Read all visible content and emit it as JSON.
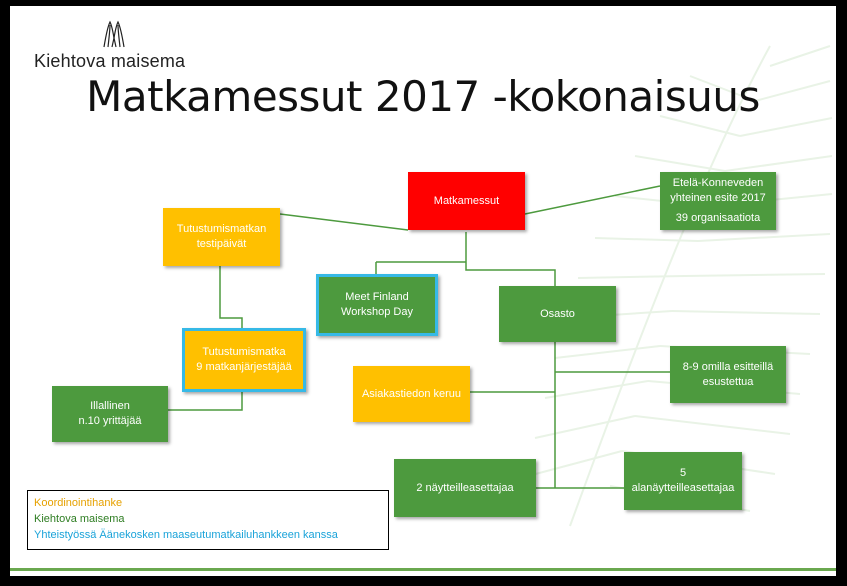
{
  "logo": {
    "text": "Kiehtova maisema",
    "icon": "tree-logo-icon"
  },
  "title": "Matkamessut 2017 -kokonaisuus",
  "colors": {
    "green": "#4d9a3e",
    "orange": "#ffc000",
    "red": "#ff0000",
    "cyan": "#36b9e6",
    "legend_orange": "#e6a100",
    "legend_cyan": "#1aa3d9"
  },
  "nodes": {
    "matkamessut": {
      "lines": [
        "Matkamessut"
      ]
    },
    "etela": {
      "lines": [
        "Etelä-Konneveden",
        "yhteinen esite 2017",
        "39 organisaatiota"
      ]
    },
    "testipaivat": {
      "lines": [
        "Tutustumismatkan",
        "testipäivät"
      ]
    },
    "meet_finland": {
      "lines": [
        "Meet Finland",
        "Workshop Day"
      ]
    },
    "osasto": {
      "lines": [
        "Osasto"
      ]
    },
    "tutustumismatka": {
      "lines": [
        "Tutustumismatka",
        "9 matkanjärjestäjää"
      ]
    },
    "omilla": {
      "lines": [
        "8-9 omilla esitteillä",
        "esustettua"
      ]
    },
    "asiakastiedon": {
      "lines": [
        "Asiakastiedon keruu"
      ]
    },
    "illallinen": {
      "lines": [
        "Illallinen",
        "n.10 yrittäjää"
      ]
    },
    "nayttelyasettajaa": {
      "lines": [
        "2 näytteilleasettajaa"
      ]
    },
    "alanayttelyasettajaa": {
      "lines": [
        "5",
        "alanäytteilleasettajaa"
      ]
    }
  },
  "legend": {
    "orange_label": "Koordinointihanke",
    "green_label": "Kiehtova maisema",
    "cyan_label": "Yhteistyössä Äänekosken maaseutumatkailuhankkeen kanssa"
  }
}
